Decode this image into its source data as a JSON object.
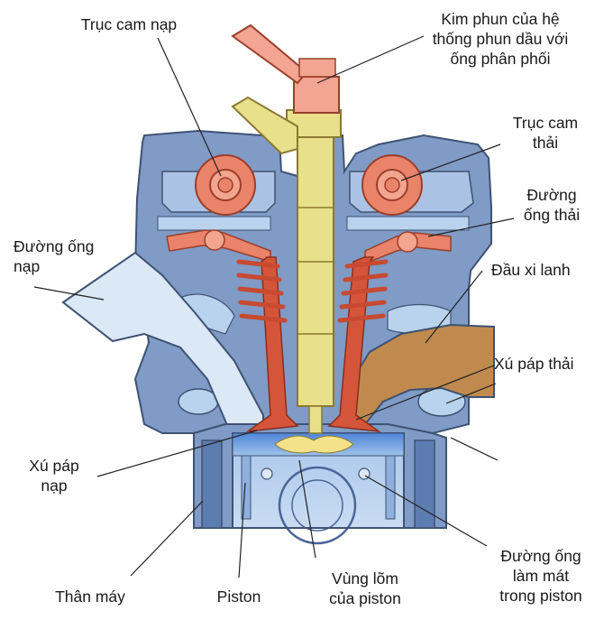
{
  "labels": {
    "intake_camshaft": "Trục cam nạp",
    "injector": [
      "Kim phun của hệ",
      "thống phun dầu với",
      "ống phân phối"
    ],
    "exhaust_camshaft": [
      "Trục cam",
      "thải"
    ],
    "exhaust_port": [
      "Đường",
      "ống thải"
    ],
    "intake_port": [
      "Đường ống",
      "nạp"
    ],
    "cylinder_head": "Đầu xi lanh",
    "exhaust_valve": "Xú páp thải",
    "intake_valve": [
      "Xú páp",
      "nạp"
    ],
    "engine_block": "Thân máy",
    "piston": "Piston",
    "piston_bowl": [
      "Vùng lõm",
      "của piston"
    ],
    "piston_cooling": [
      "Đường ống",
      "làm mát",
      "trong piston"
    ]
  },
  "colors": {
    "casting_blue": "#7f9bc6",
    "casting_dark": "#3f5273",
    "water_jacket": "#b9d3ee",
    "intake_air": "#dbe8f5",
    "exhaust_brown": "#c08a4f",
    "camshaft_salmon": "#e9836a",
    "valve_red": "#d5553a",
    "injector_yellow": "#e8e08a",
    "injector_pink": "#f1a592",
    "leader_line": "#222222"
  }
}
